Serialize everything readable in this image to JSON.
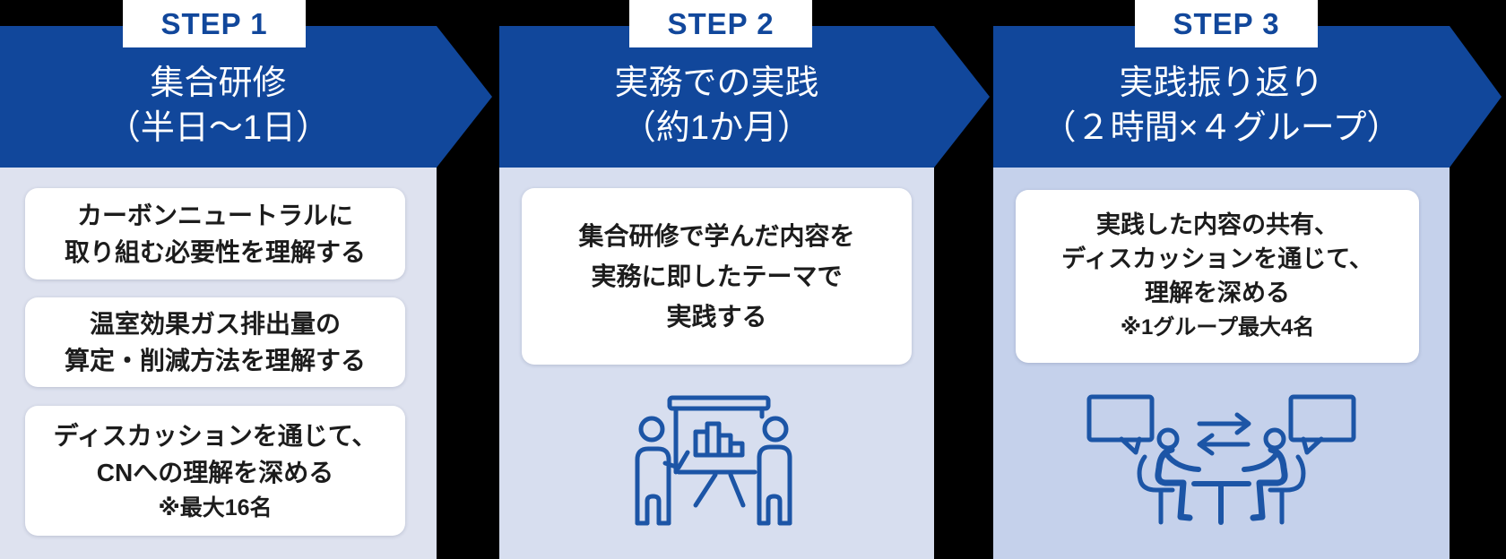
{
  "colors": {
    "band": "#11479B",
    "step_text": "#11479B",
    "title_text": "#FFFFFF",
    "body_step1": "#DEE2EF",
    "body_step2": "#D7DEEF",
    "body_step3": "#C5D1EB",
    "card_text": "#1C1C1C",
    "icon": "#1C55A6"
  },
  "steps": [
    {
      "label": "STEP 1",
      "title_lines": [
        "集合研修",
        "（半日～1日）"
      ],
      "cards": [
        {
          "lines": [
            "カーボンニュートラルに",
            "取り組む必要性を理解する"
          ]
        },
        {
          "lines": [
            "温室効果ガス排出量の",
            "算定・削減方法を理解する"
          ]
        },
        {
          "lines": [
            "ディスカッションを通じて、",
            "CNへの理解を深める"
          ],
          "note": "※最大16名"
        }
      ]
    },
    {
      "label": "STEP 2",
      "title_lines": [
        "実務での実践",
        "（約1か月）"
      ],
      "cards": [
        {
          "lines": [
            "集合研修で学んだ内容を",
            "実務に即したテーマで",
            "実践する"
          ]
        }
      ],
      "icon": "presentation-icon"
    },
    {
      "label": "STEP 3",
      "title_lines": [
        "実践振り返り",
        "（２時間×４グループ）"
      ],
      "cards": [
        {
          "lines": [
            "実践した内容の共有、",
            "ディスカッションを通じて、",
            "理解を深める"
          ],
          "note": "※1グループ最大4名"
        }
      ],
      "icon": "discussion-icon"
    }
  ]
}
